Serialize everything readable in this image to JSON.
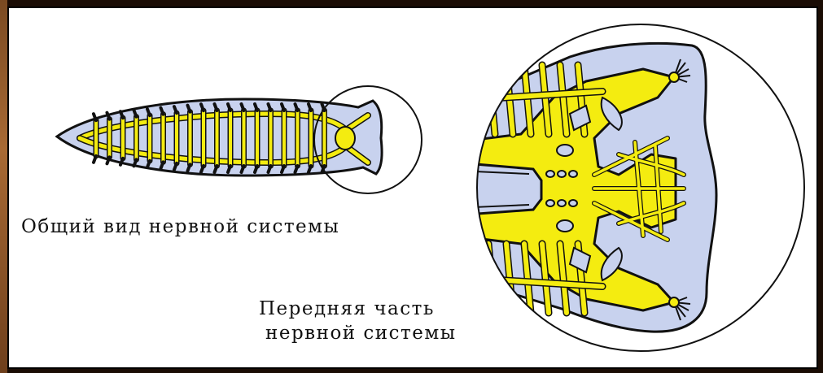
{
  "captions": {
    "general_view": "Общий вид нервной системы",
    "front_part_line1": "Передняя часть",
    "front_part_line2": "нервной системы"
  },
  "colors": {
    "body_fill": "#c8d2ee",
    "nerve_yellow": "#f4ec10",
    "outline": "#111111",
    "circle_stroke": "#111111",
    "background": "#ffffff"
  }
}
